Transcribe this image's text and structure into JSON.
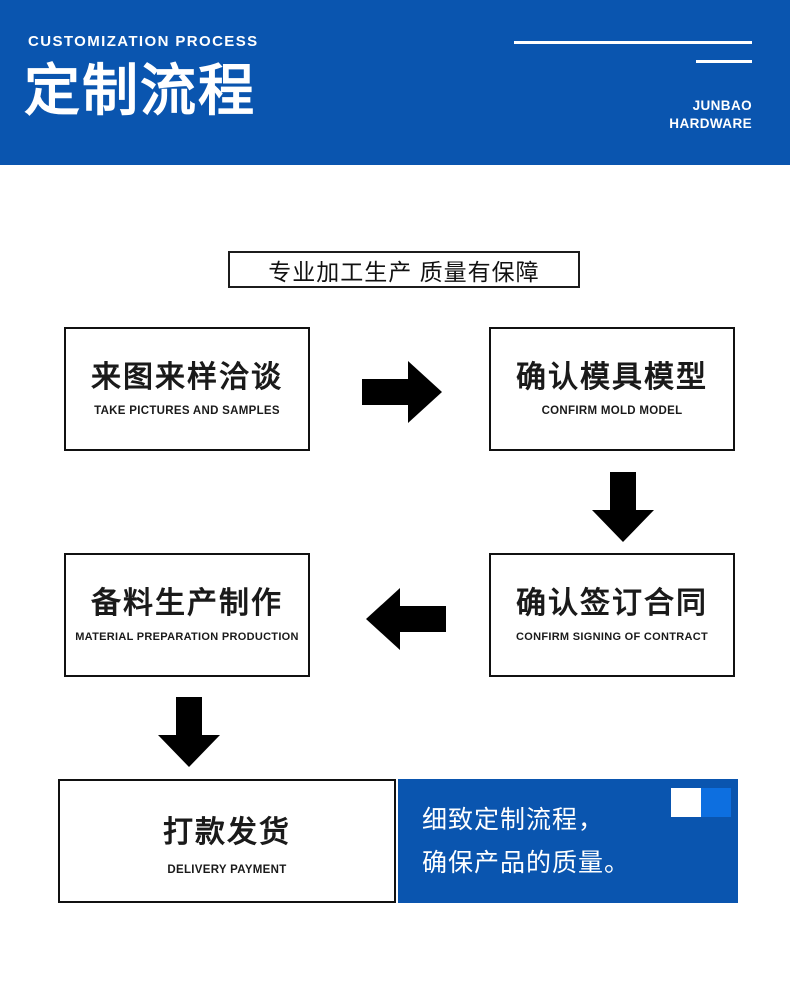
{
  "theme": {
    "brand_blue": "#0a55af",
    "accent_blue": "#0d6fe0",
    "ink": "#111111",
    "paper": "#ffffff"
  },
  "header": {
    "eyebrow": "CUSTOMIZATION PROCESS",
    "title": "定制流程",
    "brand": "JUNBAO\nHARDWARE"
  },
  "banner": {
    "text": "专业加工生产 质量有保障"
  },
  "flow": {
    "steps": [
      {
        "cn": "来图来样洽谈",
        "en": "TAKE PICTURES AND SAMPLES"
      },
      {
        "cn": "确认模具模型",
        "en": "CONFIRM MOLD MODEL"
      },
      {
        "cn": "确认签订合同",
        "en": "CONFIRM SIGNING OF CONTRACT"
      },
      {
        "cn": "备料生产制作",
        "en": "MATERIAL PREPARATION PRODUCTION"
      },
      {
        "cn": "打款发货",
        "en": "DELIVERY PAYMENT"
      }
    ],
    "connectors": [
      {
        "name": "arrow-right-icon",
        "direction": "right"
      },
      {
        "name": "arrow-down-icon",
        "direction": "down"
      },
      {
        "name": "arrow-left-icon",
        "direction": "left"
      },
      {
        "name": "arrow-down-icon",
        "direction": "down"
      }
    ]
  },
  "callout": {
    "text": "细致定制流程，\n确保产品的质量。"
  }
}
